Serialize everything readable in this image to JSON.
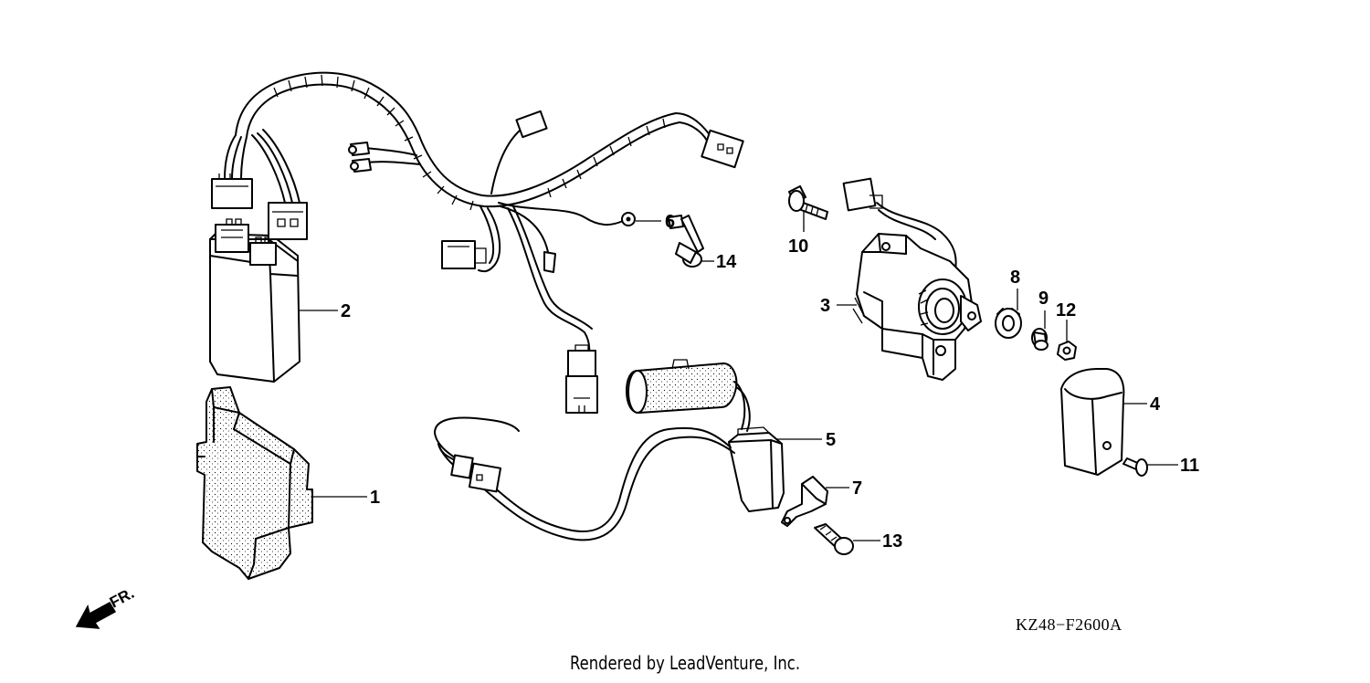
{
  "parts": [
    {
      "id": "p1",
      "number": "1"
    },
    {
      "id": "p2",
      "number": "2"
    },
    {
      "id": "p3",
      "number": "3"
    },
    {
      "id": "p4",
      "number": "4"
    },
    {
      "id": "p5",
      "number": "5"
    },
    {
      "id": "p6",
      "number": "6"
    },
    {
      "id": "p7",
      "number": "7"
    },
    {
      "id": "p8",
      "number": "8"
    },
    {
      "id": "p9",
      "number": "9"
    },
    {
      "id": "p10",
      "number": "10"
    },
    {
      "id": "p11",
      "number": "11"
    },
    {
      "id": "p12",
      "number": "12"
    },
    {
      "id": "p13",
      "number": "13"
    },
    {
      "id": "p14",
      "number": "14"
    }
  ],
  "direction_label": "FR.",
  "diagram_code": "KZ48−F2600A",
  "credit": "Rendered by LeadVenture, Inc."
}
